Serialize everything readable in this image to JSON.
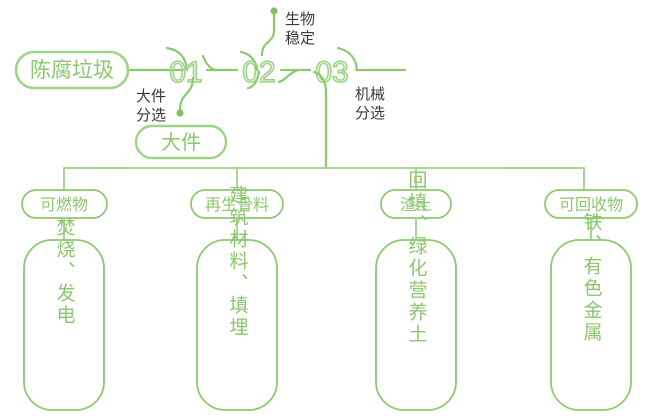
{
  "colors": {
    "line": "#8dc973",
    "line_light": "#a8d98f",
    "pill_stroke_light": "#9ed486",
    "pill_stroke": "#8dc973",
    "text_green": "#8cc76e",
    "text_dark": "#3a3a3a",
    "number_green": "#9ed486",
    "background": "#ffffff"
  },
  "diagram": {
    "title_node": {
      "label": "陈腐垃圾"
    },
    "stages": [
      {
        "id": "stage-01",
        "number": "01",
        "annotation": "大件\n分选",
        "annotation_lines": [
          "大件",
          "分选"
        ]
      },
      {
        "id": "stage-02",
        "number": "02",
        "annotation": "生物\n稳定",
        "annotation_lines": [
          "生物",
          "稳定"
        ]
      },
      {
        "id": "stage-03",
        "number": "03",
        "annotation": "机械\n分选",
        "annotation_lines": [
          "机械",
          "分选"
        ]
      }
    ],
    "side_output": {
      "label": "大件"
    },
    "outputs": [
      {
        "id": "output-combustible",
        "label": "可燃物",
        "detail": "焚烧、发电"
      },
      {
        "id": "output-aggregate",
        "label": "再生骨料",
        "detail": "建筑材料、填埋"
      },
      {
        "id": "output-slag",
        "label": "渣土",
        "detail": "回填、绿化营养土"
      },
      {
        "id": "output-recyclable",
        "label": "可回收物",
        "detail": "铁、有色金属"
      }
    ]
  }
}
